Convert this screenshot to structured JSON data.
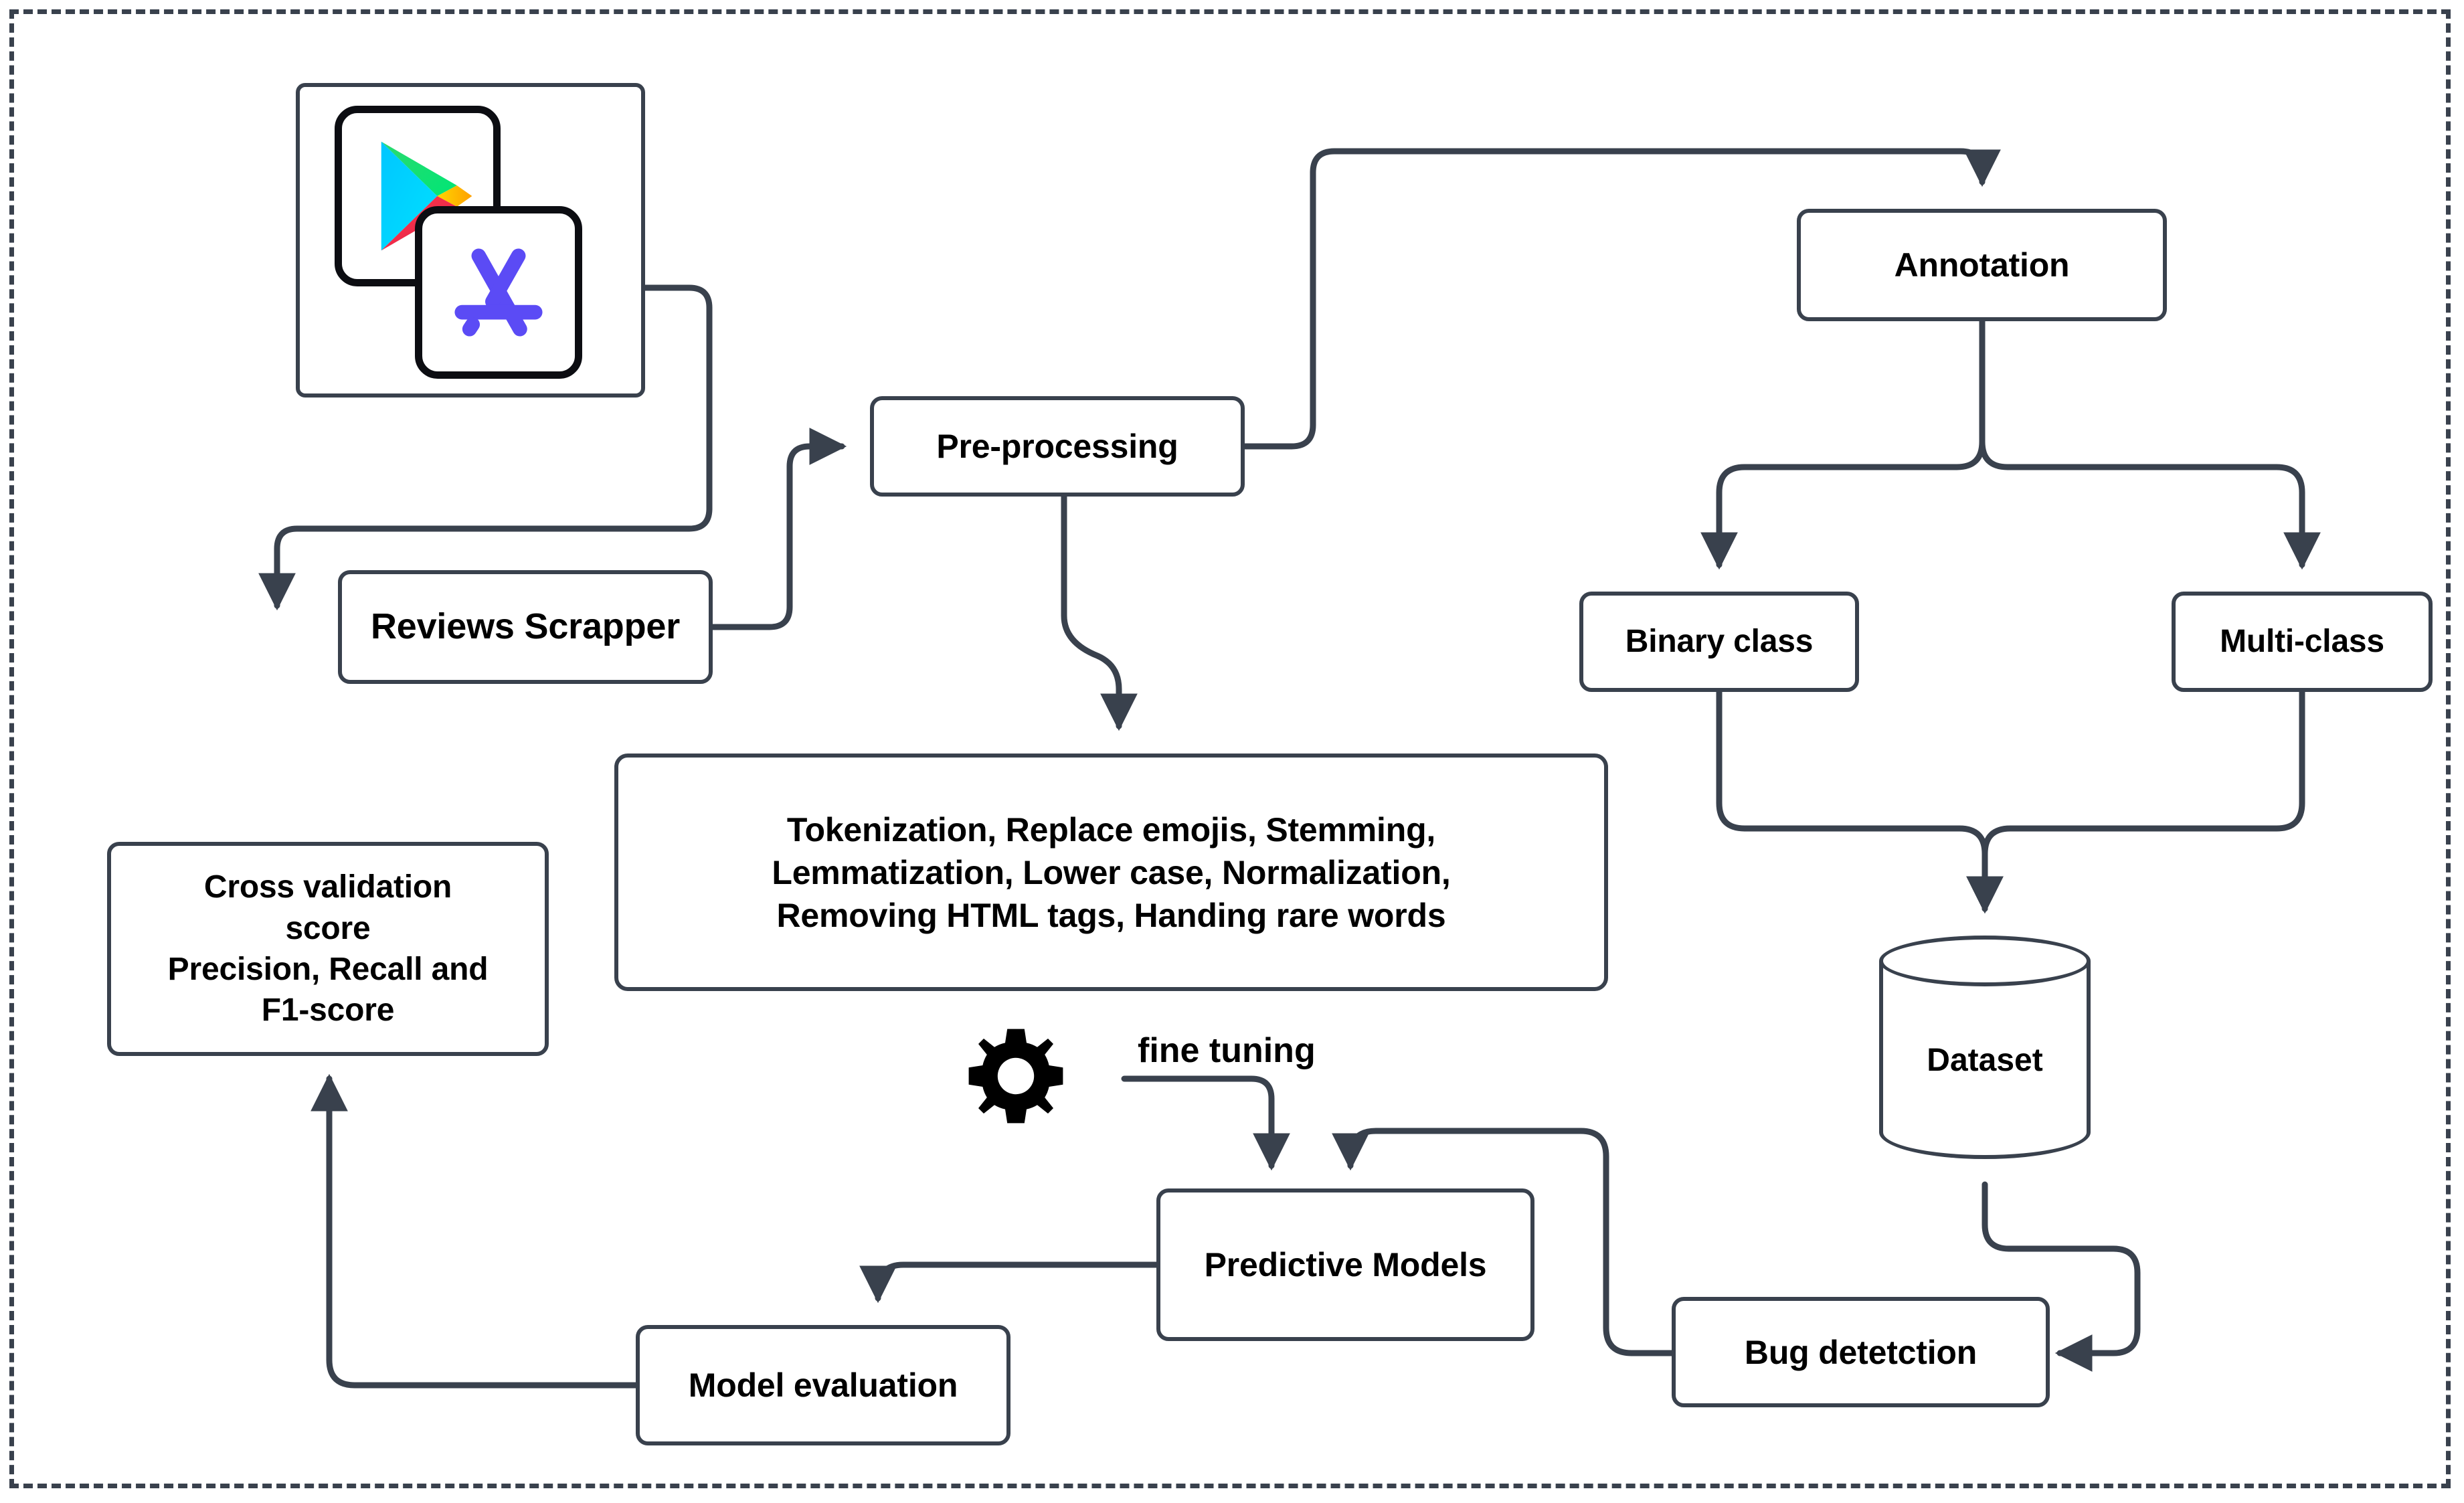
{
  "diagram": {
    "title": "App review mining and bug detection pipeline",
    "type": "flowchart",
    "frame": {
      "style": "dashed",
      "color": "#39414d"
    },
    "colors": {
      "node_border": "#39414d",
      "node_fill": "#ffffff",
      "text": "#000000",
      "edge": "#39414d",
      "gear": "#000000",
      "play_cyan": "#00d2ff",
      "play_green": "#00e676",
      "play_yellow": "#ffc400",
      "play_red": "#f03250",
      "appstore_purple": "#5b4bf5",
      "tile_border": "#0c0d12"
    },
    "nodes": [
      {
        "id": "appstores",
        "label": "",
        "shape": "rounded-rect",
        "icons": [
          "google-play-icon",
          "app-store-icon"
        ]
      },
      {
        "id": "scrapper",
        "label": "Reviews Scrapper",
        "shape": "rounded-rect"
      },
      {
        "id": "preprocess",
        "label": "Pre-processing",
        "shape": "rounded-rect"
      },
      {
        "id": "steps",
        "label": "Tokenization, Replace emojis, Stemming,\nLemmatization, Lower case, Normalization,\nRemoving HTML tags, Handing rare words",
        "shape": "rounded-rect"
      },
      {
        "id": "crossval",
        "label": "Cross validation\nscore\nPrecision, Recall and\nF1-score",
        "shape": "rounded-rect"
      },
      {
        "id": "annotation",
        "label": "Annotation",
        "shape": "rounded-rect"
      },
      {
        "id": "binary",
        "label": "Binary class",
        "shape": "rounded-rect"
      },
      {
        "id": "multiclass",
        "label": "Multi-class",
        "shape": "rounded-rect"
      },
      {
        "id": "dataset",
        "label": "Dataset",
        "shape": "cylinder"
      },
      {
        "id": "predictive",
        "label": "Predictive Models",
        "shape": "rounded-rect"
      },
      {
        "id": "bug",
        "label": "Bug detetction",
        "shape": "rounded-rect"
      },
      {
        "id": "modeleval",
        "label": "Model evaluation",
        "shape": "rounded-rect"
      }
    ],
    "edge_labels": [
      {
        "id": "finetuning",
        "label": "fine tuning"
      }
    ],
    "edges": [
      {
        "from": "appstores",
        "to": "scrapper",
        "arrow": true
      },
      {
        "from": "scrapper",
        "to": "preprocess",
        "arrow": true
      },
      {
        "from": "preprocess",
        "to": "steps",
        "arrow": true
      },
      {
        "from": "preprocess",
        "to": "annotation",
        "arrow": true
      },
      {
        "from": "annotation",
        "to": "binary",
        "arrow": true
      },
      {
        "from": "annotation",
        "to": "multiclass",
        "arrow": true
      },
      {
        "from": "binary",
        "to": "dataset",
        "arrow": true
      },
      {
        "from": "multiclass",
        "to": "dataset",
        "arrow": true
      },
      {
        "from": "dataset",
        "to": "bug",
        "arrow": true
      },
      {
        "from": "bug",
        "to": "predictive",
        "arrow": true
      },
      {
        "from": "gear",
        "to": "predictive",
        "arrow": true,
        "label": "fine tuning"
      },
      {
        "from": "predictive",
        "to": "modeleval",
        "arrow": true
      },
      {
        "from": "modeleval",
        "to": "crossval",
        "arrow": true
      }
    ]
  }
}
